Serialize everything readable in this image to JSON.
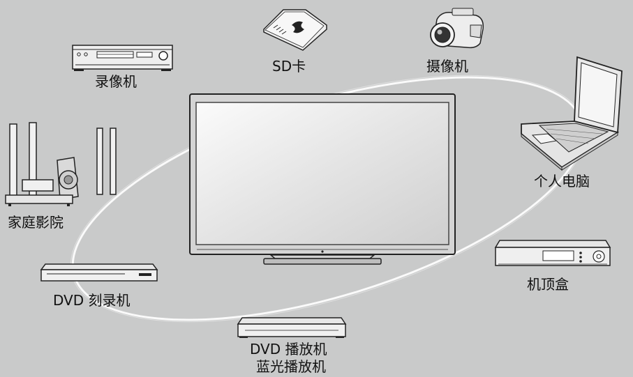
{
  "devices": {
    "vcr": {
      "label": "录像机",
      "icon": "vcr-icon"
    },
    "sd_card": {
      "label": "SD卡",
      "icon": "sd-card-icon"
    },
    "camcorder": {
      "label": "摄像机",
      "icon": "camcorder-icon"
    },
    "pc": {
      "label": "个人电脑",
      "icon": "laptop-icon"
    },
    "home_theater": {
      "label": "家庭影院",
      "icon": "home-theater-icon"
    },
    "set_top_box": {
      "label": "机顶盒",
      "icon": "set-top-box-icon"
    },
    "dvd_recorder": {
      "label": "DVD 刻录机",
      "icon": "dvd-recorder-icon"
    },
    "player": {
      "label_line1": "DVD 播放机",
      "label_line2": "蓝光播放机",
      "icon": "disc-player-icon"
    }
  },
  "center": {
    "icon": "tv-icon"
  },
  "colors": {
    "background": "#c9caca",
    "ring": "#ffffff",
    "device_fill": "#f2f2f2",
    "device_stroke": "#222222"
  }
}
